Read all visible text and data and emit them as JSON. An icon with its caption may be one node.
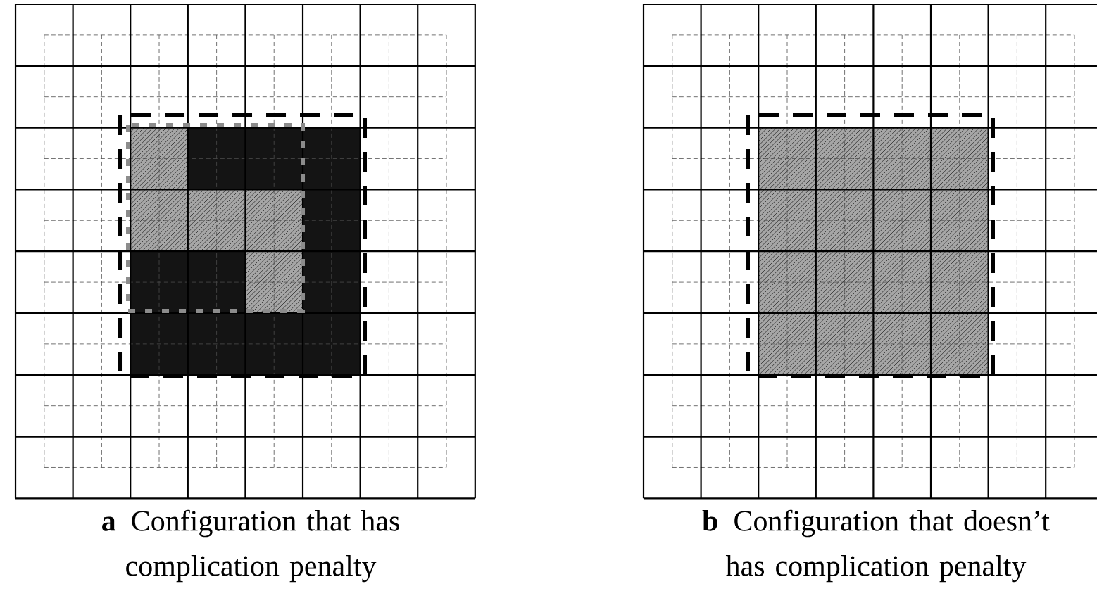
{
  "diagram": {
    "labels": [
      "a",
      "Configuration that has complication penalty",
      "b",
      "Configuration that doesn’t has complication penalty"
    ]
  }
}
